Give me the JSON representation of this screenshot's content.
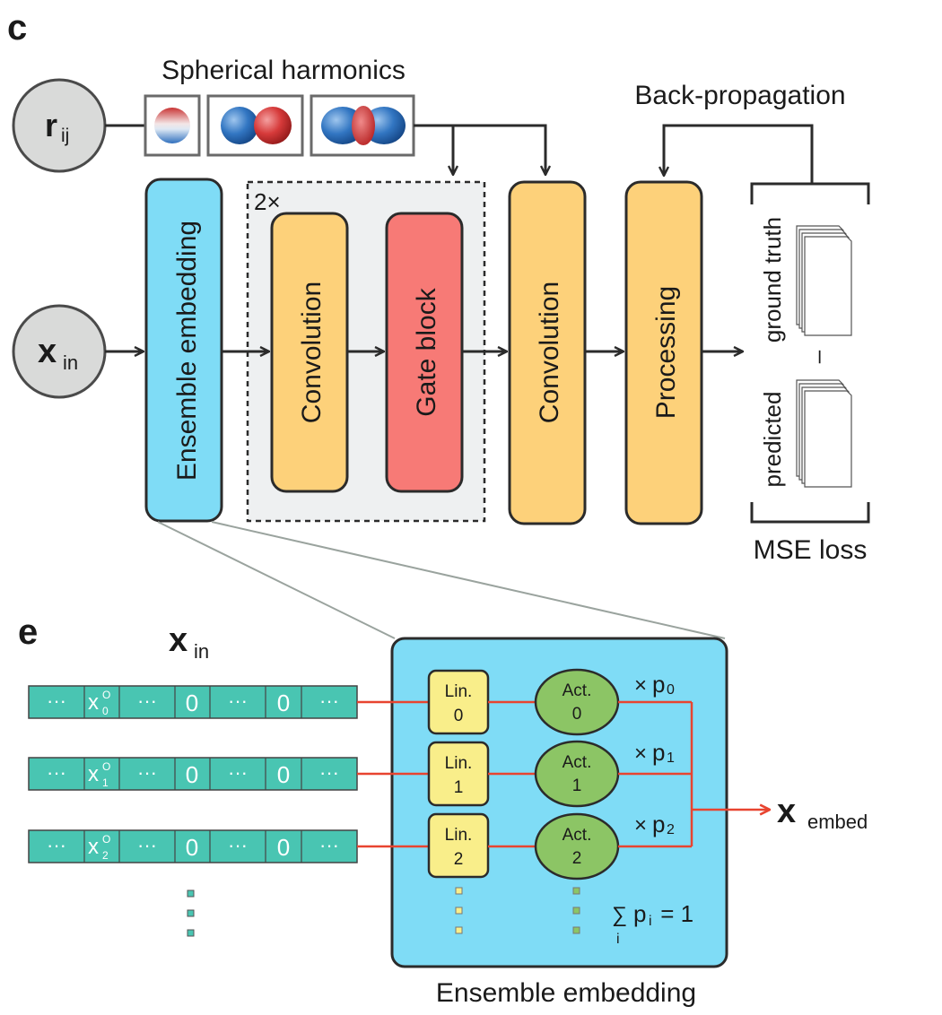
{
  "panel_c": {
    "label": "c",
    "spherical_harmonics_label": "Spherical harmonics",
    "rij": {
      "base": "r",
      "sub": "ij"
    },
    "xin": {
      "base": "x",
      "sub": "in"
    },
    "ensemble_embedding": "Ensemble embedding",
    "repeat_label": "2×",
    "convolution_1": "Convolution",
    "gate_block": "Gate block",
    "convolution_2": "Convolution",
    "processing": "Processing",
    "backprop": "Back-propagation",
    "ground_truth": "ground truth",
    "minus": "–",
    "predicted": "predicted",
    "mse_loss": "MSE loss"
  },
  "panel_e": {
    "label": "e",
    "xin": {
      "base": "x",
      "sub": "in"
    },
    "rows": [
      {
        "dots": "···",
        "x": "x",
        "sup": "O",
        "sub": "0",
        "zero": "0"
      },
      {
        "dots": "···",
        "x": "x",
        "sup": "O",
        "sub": "1",
        "zero": "0"
      },
      {
        "dots": "···",
        "x": "x",
        "sup": "O",
        "sub": "2",
        "zero": "0"
      }
    ],
    "lin": [
      {
        "name": "Lin.",
        "idx": "0"
      },
      {
        "name": "Lin.",
        "idx": "1"
      },
      {
        "name": "Lin.",
        "idx": "2"
      }
    ],
    "act": [
      {
        "name": "Act.",
        "idx": "0"
      },
      {
        "name": "Act.",
        "idx": "1"
      },
      {
        "name": "Act.",
        "idx": "2"
      }
    ],
    "weights": [
      {
        "times": "×",
        "p": "p",
        "sub": "0"
      },
      {
        "times": "×",
        "p": "p",
        "sub": "1"
      },
      {
        "times": "×",
        "p": "p",
        "sub": "2"
      }
    ],
    "xembed": {
      "base": "x",
      "sub": "embed"
    },
    "sum": {
      "sigma": "∑",
      "index": "i",
      "p": "p",
      "sub": "i",
      "eq": " = 1"
    },
    "box_title": "Ensemble embedding"
  },
  "colors": {
    "cyan": "#7fdcf6",
    "orange": "#fdd17a",
    "red": "#f77a76",
    "gray_circle": "#d9dad9",
    "dashed_bg": "#eef0f1",
    "teal": "#49c5b2",
    "yellow": "#f9ee8a",
    "green": "#8cc565",
    "arrow_red": "#e84430"
  }
}
